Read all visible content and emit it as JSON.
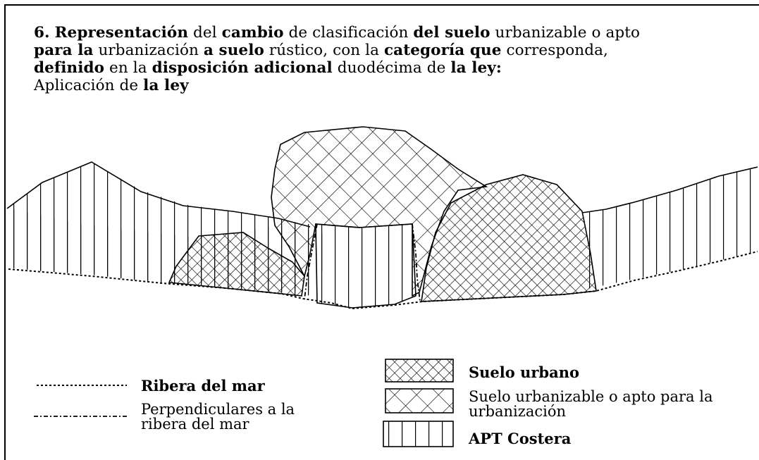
{
  "heading": {
    "number": "6.",
    "segments": [
      {
        "text": "Representación",
        "bold": true
      },
      {
        "text": " del ",
        "bold": false
      },
      {
        "text": "cambio",
        "bold": true
      },
      {
        "text": " de clasificación ",
        "bold": false
      },
      {
        "text": "del suelo",
        "bold": true
      },
      {
        "text": " urbanizable o apto ",
        "bold": false
      },
      {
        "text": "para la",
        "bold": true
      },
      {
        "text": " urbanización ",
        "bold": false
      },
      {
        "text": "a suelo",
        "bold": true
      },
      {
        "text": " rústico, con la ",
        "bold": false
      },
      {
        "text": "categoría que",
        "bold": true
      },
      {
        "text": " corresponda, ",
        "bold": false
      },
      {
        "text": "definido",
        "bold": true
      },
      {
        "text": " en la ",
        "bold": false
      },
      {
        "text": "disposición adicional",
        "bold": true
      },
      {
        "text": " duodécima de ",
        "bold": false
      },
      {
        "text": "la ley:",
        "bold": true
      },
      {
        "text": " Aplicación de ",
        "bold": false
      },
      {
        "text": "la ley",
        "bold": true
      }
    ]
  },
  "legend": {
    "left": [
      {
        "line_style": "dotted",
        "label": "Ribera del mar"
      },
      {
        "line_style": "dash-dot",
        "label": "Perpendiculares a la ribera del mar"
      }
    ],
    "right": [
      {
        "pattern": "dense-crosshatch",
        "label": "Suelo urbano"
      },
      {
        "pattern": "open-crosshatch",
        "label": "Suelo urbanizable o apto para la urbanización"
      },
      {
        "pattern": "vertical-lines",
        "label": "APT Costera"
      }
    ]
  },
  "colors": {
    "ink": "#000000",
    "paper": "#ffffff"
  }
}
